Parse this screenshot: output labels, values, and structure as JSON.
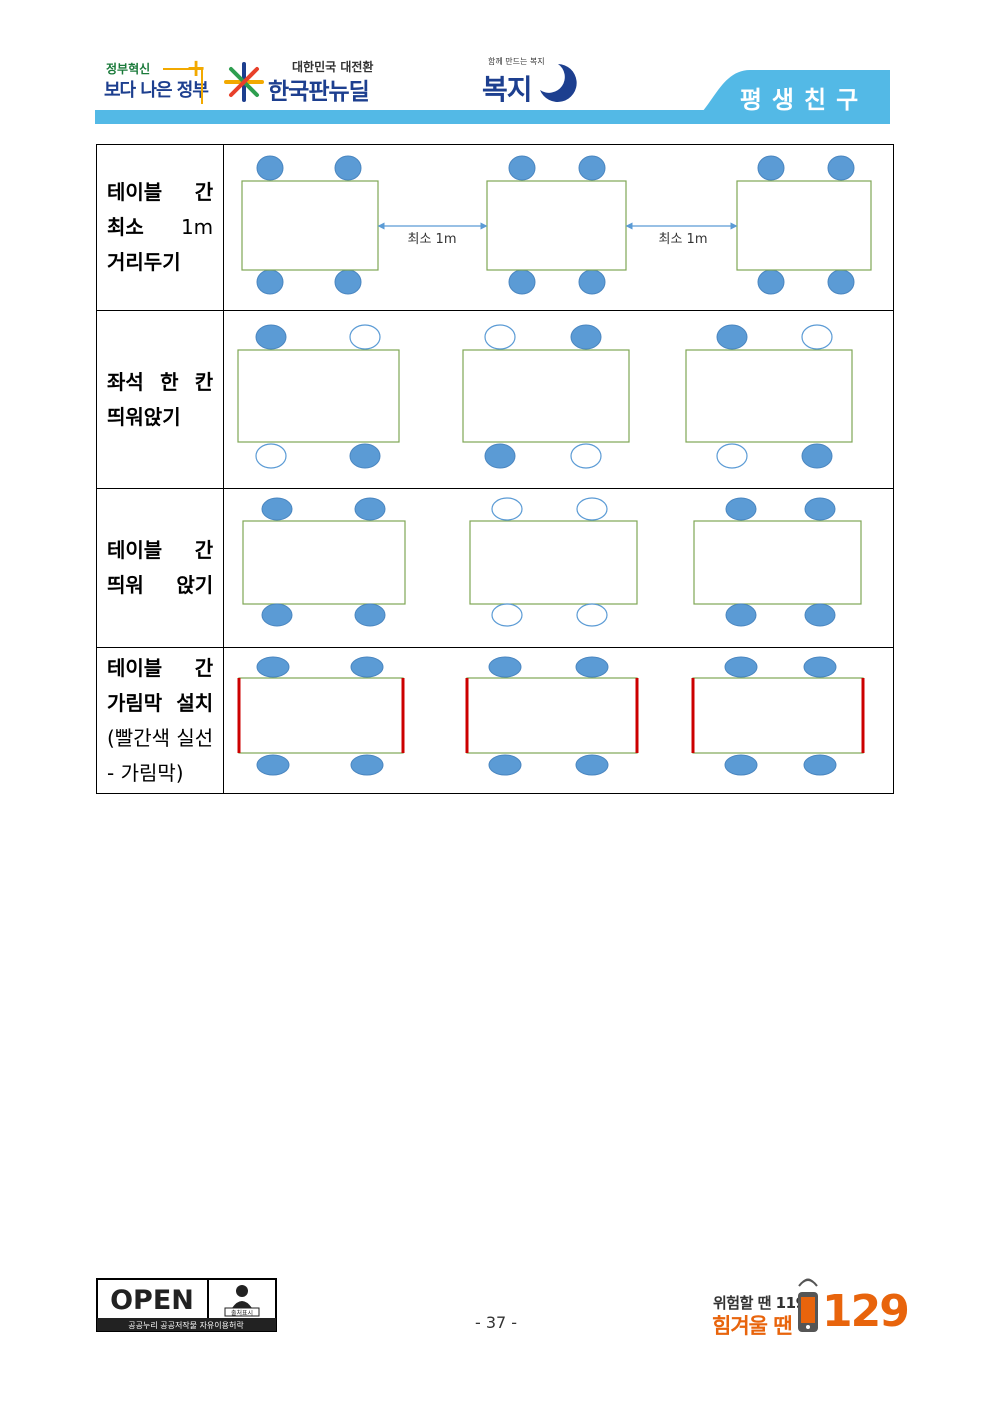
{
  "header": {
    "logo1": {
      "small": "정부혁신",
      "big": "보다 나은 정부"
    },
    "logo2": {
      "small": "대한민국 대전환",
      "big": "한국판뉴딜"
    },
    "logo3": {
      "small": "함께 만드는 복지",
      "big": "복지"
    },
    "section_title": "평생친구",
    "colors": {
      "band": "#53b9e6",
      "navy": "#1d3f8f",
      "orange": "#e8640c"
    }
  },
  "rows": [
    {
      "id": "table-distance",
      "lines": [
        [
          "테이블",
          "간"
        ],
        [
          "최소",
          "1m"
        ],
        [
          "거리두기"
        ]
      ],
      "distance_label": "최소 1m"
    },
    {
      "id": "seat-spacing",
      "lines": [
        [
          "좌석",
          "한",
          "칸"
        ],
        [
          "띄워앉기"
        ]
      ]
    },
    {
      "id": "table-spacing",
      "lines": [
        [
          "테이블",
          "간"
        ],
        [
          "띄워",
          "앉기"
        ]
      ]
    },
    {
      "id": "partition",
      "lines": [
        [
          "테이블",
          "간"
        ],
        [
          "가림막",
          "설치"
        ]
      ],
      "note_lines": [
        "(빨간색 실선",
        "- 가림막)"
      ],
      "partition_color": "#cc0000"
    }
  ],
  "seat_colors": {
    "occupied": "#5b9bd5",
    "empty_stroke": "#5b9bd5",
    "table_stroke": "#7fa655"
  },
  "footer": {
    "open_label": "OPEN",
    "open_badge": "출처표시",
    "open_caption": "공공누리  공공저작물 자유이용허락",
    "page_number": "- 37 -",
    "help_small": "위험할 땐 119",
    "help_big": "힘겨울 땐",
    "help_number": "129"
  }
}
